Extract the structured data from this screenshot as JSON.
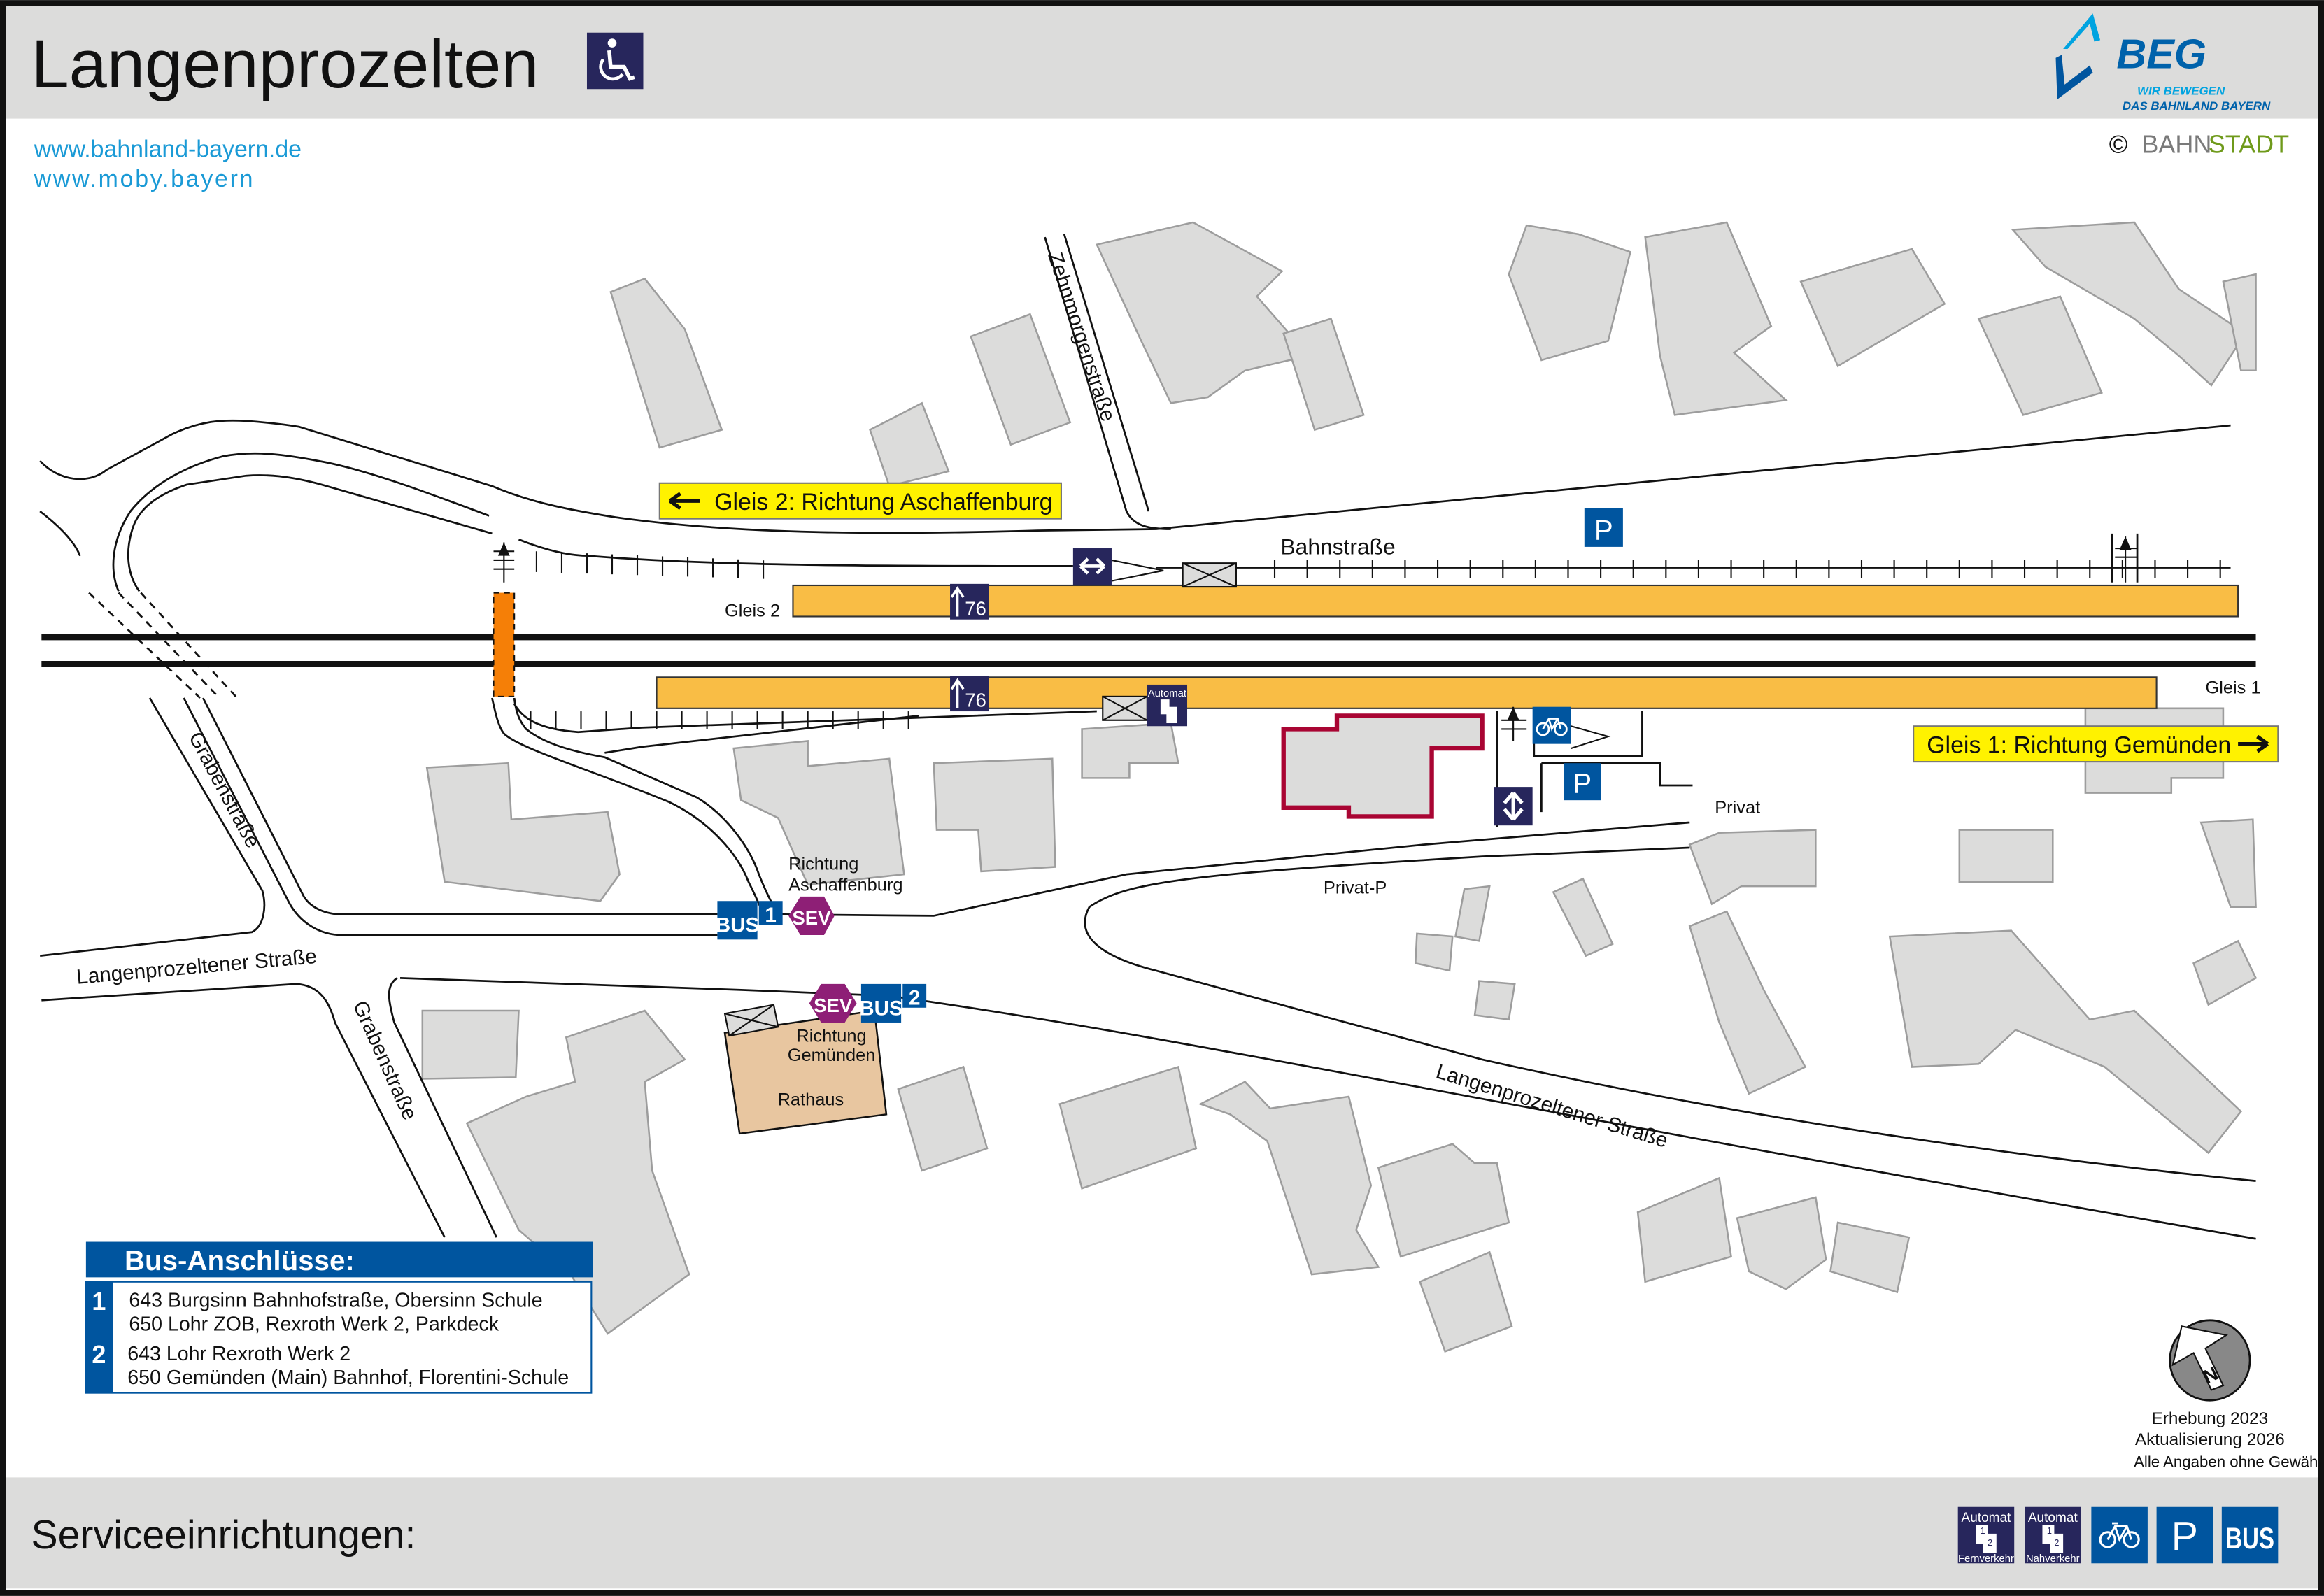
{
  "header": {
    "title": "Langenprozelten",
    "accessibility_icon": "wheelchair-icon",
    "brand": {
      "name": "BEG",
      "tagline_1": "WIR BEWEGEN",
      "tagline_2": "DAS BAHNLAND BAYERN"
    },
    "copyright": {
      "symbol": "©",
      "part_1": "BAHN",
      "part_2": "STADT"
    }
  },
  "links": [
    "www.bahnland-bayern.de",
    "www.moby.bayern"
  ],
  "map": {
    "platforms": {
      "gleis_2": "Gleis 2",
      "gleis_1": "Gleis 1"
    },
    "directions": {
      "gleis_2": "Gleis 2: Richtung Aschaffenburg",
      "gleis_1": "Gleis 1: Richtung Gemünden"
    },
    "streets": {
      "bahnstrasse": "Bahnstraße",
      "zehnmorgenstrasse": "Zehnmorgenstraße",
      "grabenstrasse_north": "Grabenstraße",
      "grabenstrasse_south": "Grabenstraße",
      "langenprozeltener_west": "Langenprozeltener Straße",
      "langenprozeltener_east": "Langenprozeltener Straße"
    },
    "labels": {
      "privat": "Privat",
      "privat_p": "Privat-P",
      "richtung_aschaffenburg_1": "Richtung",
      "richtung_aschaffenburg_2": "Aschaffenburg",
      "richtung_gemuenden_1": "Richtung",
      "richtung_gemuenden_2": "Gemünden",
      "rathaus": "Rathaus"
    },
    "signs": {
      "platform_number": "76",
      "automat": "Automat",
      "ticket_1": "1",
      "ticket_2": "2",
      "parking": "P",
      "bus": "BUS",
      "sev": "SEV",
      "bus_stop_1": "1",
      "bus_stop_2": "2",
      "compass": "N"
    }
  },
  "bus_connections": {
    "title": "Bus-Anschlüsse:",
    "stops": [
      {
        "number": "1",
        "lines": [
          "643 Burgsinn Bahnhofstraße, Obersinn Schule",
          "650 Lohr ZOB, Rexroth Werk 2, Parkdeck"
        ]
      },
      {
        "number": "2",
        "lines": [
          "643 Lohr Rexroth Werk 2",
          "650 Gemünden (Main) Bahnhof, Florentini-Schule"
        ]
      }
    ]
  },
  "notes": [
    "Erhebung 2023",
    "Aktualisierung 2026",
    "Alle Angaben ohne Gewähr!"
  ],
  "footer": {
    "title": "Serviceeinrichtungen:",
    "services": [
      {
        "label": "Automat",
        "sub": "Fernverkehr",
        "icon": "ticket-machine-icon"
      },
      {
        "label": "Automat",
        "sub": "Nahverkehr",
        "icon": "ticket-machine-icon"
      },
      {
        "icon": "bicycle-icon"
      },
      {
        "label": "P",
        "icon": "parking-icon"
      },
      {
        "label": "BUS",
        "icon": "bus-icon"
      }
    ]
  },
  "colors": {
    "platform": "#f9bd45",
    "navy": "#27265c",
    "blue": "#00559f",
    "sev": "#8e1f76",
    "direction_box": "#fff200",
    "crossing": "#f57f07",
    "station_outline": "#a90533",
    "rathaus": "#e8c6a0",
    "link": "#1a9ad6"
  }
}
